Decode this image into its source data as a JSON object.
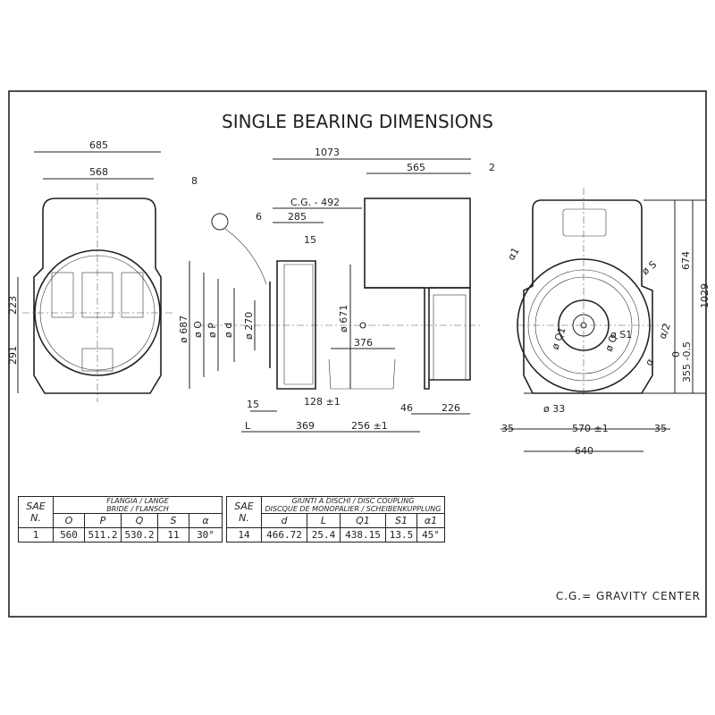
{
  "title": "SINGLE BEARING DIMENSIONS",
  "note": "C.G.= GRAVITY CENTER",
  "front_view": {
    "d685": "685",
    "d568": "568",
    "d223": "223",
    "d291": "291"
  },
  "side_view": {
    "d1073": "1073",
    "d565": "565",
    "d2": "2",
    "d8": "8",
    "cg": "C.G. -  492",
    "d6": "6",
    "d285": "285",
    "d15a": "15",
    "d687": "ø 687",
    "dO": "ø O",
    "dP": "ø P",
    "dd": "ø d",
    "d270": "ø 270",
    "d671": "ø 671",
    "d376": "376",
    "d128": "128 ±1",
    "d15b": "15",
    "d46": "46",
    "d226": "226",
    "L": "L",
    "d369": "369",
    "d256": "256 ±1"
  },
  "end_view": {
    "a1": "α1",
    "S": "ø S",
    "S1": "ø S1",
    "a2": "α/2",
    "a": "α",
    "Q": "ø Q",
    "Q1": "ø Q1",
    "d674": "674",
    "d1029": "1029",
    "d355": "355 -0.5",
    "d355b": "0",
    "d33": "ø 33",
    "d35a": "35",
    "d570": "570 ±1",
    "d35b": "35",
    "d640": "640"
  },
  "flange_table": {
    "sae": "SAE",
    "n": "N.",
    "header1": "FLANGIA / LANGE",
    "header2": "BRIDE / FLANSCH",
    "cols": [
      "O",
      "P",
      "Q",
      "S",
      "α"
    ],
    "row": {
      "sae": "1",
      "values": [
        "560",
        "511.2",
        "530.2",
        "11",
        "30°"
      ]
    }
  },
  "coupling_table": {
    "sae": "SAE",
    "n": "N.",
    "header1": "GIUNTI A DISCHI / DISC COUPLING",
    "header2": "DISCQUE DE MONOPALIER / SCHEIBENKUPPLUNG",
    "cols": [
      "d",
      "L",
      "Q1",
      "S1",
      "α1"
    ],
    "row": {
      "sae": "14",
      "values": [
        "466.72",
        "25.4",
        "438.15",
        "13.5",
        "45°"
      ]
    }
  }
}
